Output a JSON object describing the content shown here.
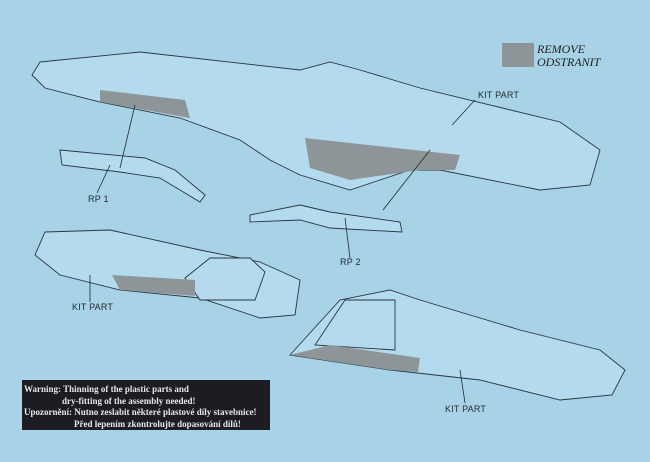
{
  "legend": {
    "line1": "REMOVE",
    "line2": "ODSTRANIT",
    "swatch_color": "#8e9599"
  },
  "labels": {
    "kit_part_top": "KIT PART",
    "rp1": "RP 1",
    "rp2": "RP 2",
    "kit_part_left": "KIT PART",
    "kit_part_bottom": "KIT PART"
  },
  "warning": {
    "line1": "Warning: Thinning of the plastic parts and",
    "line2": "dry-fitting of the assembly needed!",
    "line3": "Upozornění: Nutno zeslabit některé plastové díly stavebnice!",
    "line4": "Před lepením zkontrolujte dopasování dílů!"
  }
}
